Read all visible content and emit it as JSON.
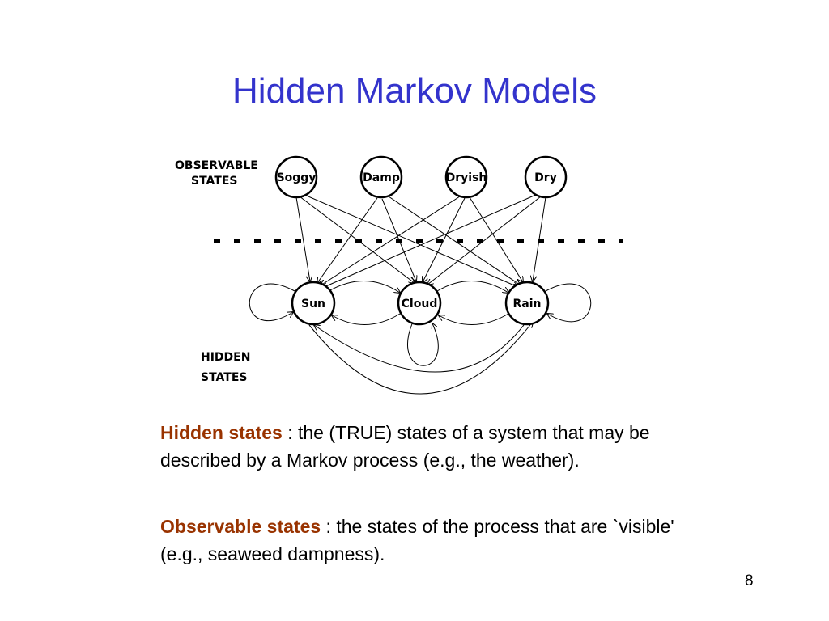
{
  "slide": {
    "title": "Hidden Markov Models",
    "page_number": "8"
  },
  "diagram": {
    "group_labels": {
      "observable": [
        "OBSERVABLE",
        "STATES"
      ],
      "hidden": [
        "HIDDEN",
        "STATES"
      ]
    },
    "observable_states": [
      "Soggy",
      "Damp",
      "Dryish",
      "Dry"
    ],
    "hidden_states": [
      "Sun",
      "Cloud",
      "Rain"
    ]
  },
  "definitions": {
    "hidden": {
      "term": "Hidden states",
      "text": " : the (TRUE) states of a system that may be described by a Markov process (e.g., the weather)."
    },
    "observable": {
      "term": "Observable states",
      "text": " : the states of the process that are `visible' (e.g., seaweed dampness)."
    }
  },
  "colors": {
    "title": "#3333cc",
    "term": "#993300",
    "text": "#000000"
  }
}
